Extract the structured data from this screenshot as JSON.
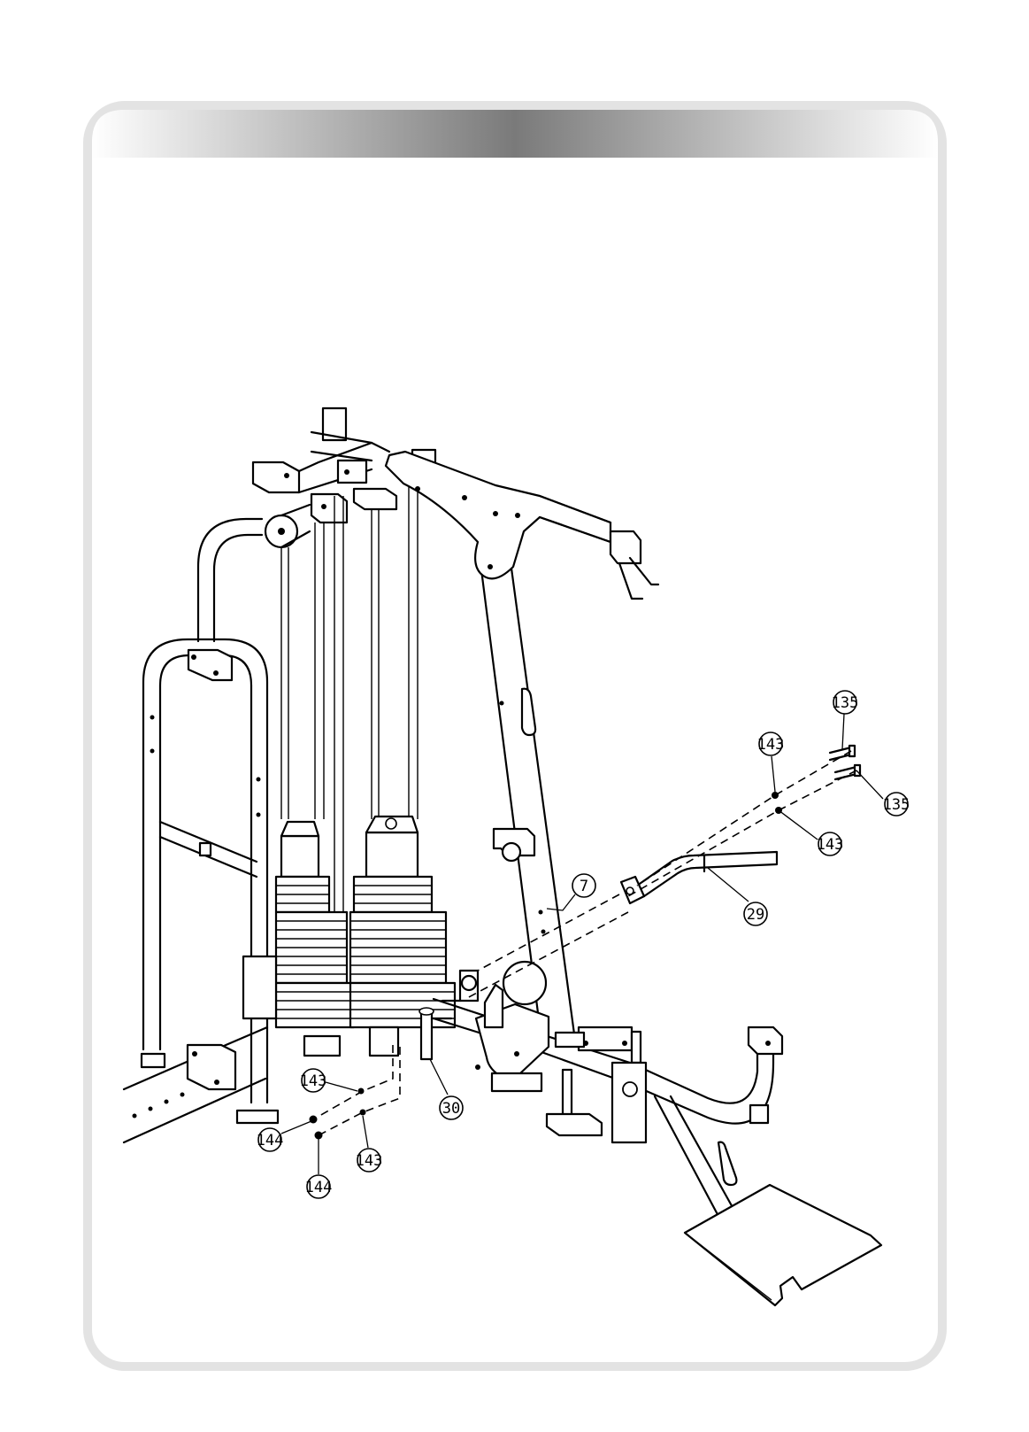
{
  "header": {
    "title": "",
    "gradient": [
      "#ffffff",
      "#7a7a7a",
      "#ffffff"
    ],
    "frame_color": "#e3e3e3"
  },
  "callouts": [
    {
      "id": "c135a",
      "label": "135"
    },
    {
      "id": "c135b",
      "label": "135"
    },
    {
      "id": "c143a",
      "label": "143"
    },
    {
      "id": "c143b",
      "label": "143"
    },
    {
      "id": "c7",
      "label": "7"
    },
    {
      "id": "c29",
      "label": "29"
    },
    {
      "id": "c30",
      "label": "30"
    },
    {
      "id": "c143c",
      "label": "143"
    },
    {
      "id": "c143d",
      "label": "143"
    },
    {
      "id": "c144a",
      "label": "144"
    },
    {
      "id": "c144b",
      "label": "144"
    }
  ]
}
